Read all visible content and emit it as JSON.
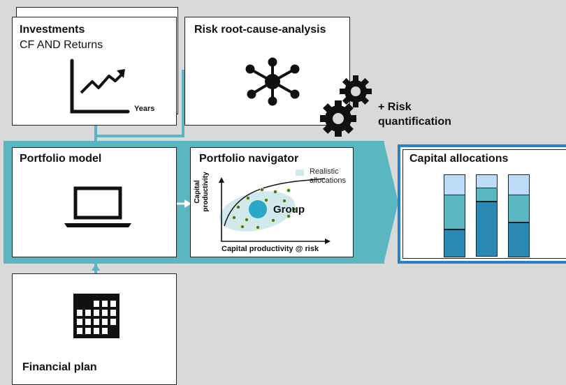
{
  "investments": {
    "title": "Investments",
    "subtitle": "CF AND Returns",
    "axis_label": "Years"
  },
  "risk_rca": {
    "title": "Risk root-cause-analysis"
  },
  "risk_quant": {
    "line1": "+ Risk",
    "line2": "quantification"
  },
  "portfolio_model": {
    "title": "Portfolio model"
  },
  "portfolio_navigator": {
    "title": "Portfolio navigator",
    "legend": [
      "Realistic",
      "allocations"
    ],
    "group_label": "Group",
    "ylabel": [
      "Capital",
      "productivity"
    ],
    "xlabel": "Capital productivity @ risk"
  },
  "capital_allocations": {
    "title": "Capital allocations",
    "bars": [
      {
        "segments": [
          0.25,
          0.42,
          0.33
        ]
      },
      {
        "segments": [
          0.17,
          0.17,
          0.66
        ]
      },
      {
        "segments": [
          0.25,
          0.33,
          0.42
        ]
      }
    ],
    "colors": [
      "#bcdcf8",
      "#5ab6c1",
      "#2a88b3"
    ]
  },
  "financial_plan": {
    "title": "Financial plan"
  },
  "colors": {
    "band": "#5ab6c1",
    "highlight": "#2a7fc9"
  }
}
